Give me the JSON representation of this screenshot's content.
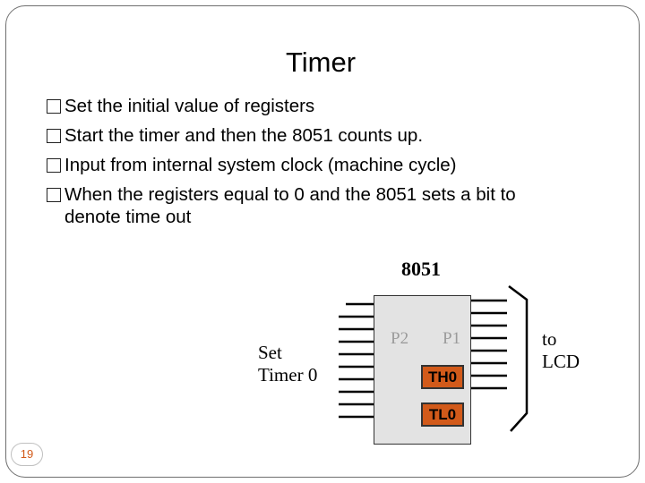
{
  "slide": {
    "title": "Timer",
    "bullets": [
      "Set the initial value of registers",
      "Start the timer and then the 8051 counts up.",
      "Input from internal system clock (machine cycle)"
    ],
    "bullet_last_line1": "When the registers equal to 0 and the 8051 sets a bit to",
    "bullet_last_line2": "denote time out",
    "bullet_icon": "checkbox-square-icon"
  },
  "diagram": {
    "chip_label": "8051",
    "port_left": "P2",
    "port_right": "P1",
    "reg_high": "TH0",
    "reg_low": "TL0",
    "input_line1": "Set",
    "input_line2": "Timer 0",
    "output_line1": "to",
    "output_line2": "LCD",
    "register_color": "#d25a1a",
    "chip_color": "#e3e3e3"
  },
  "footer": {
    "page_number": "19",
    "page_number_color": "#d25a1a"
  }
}
